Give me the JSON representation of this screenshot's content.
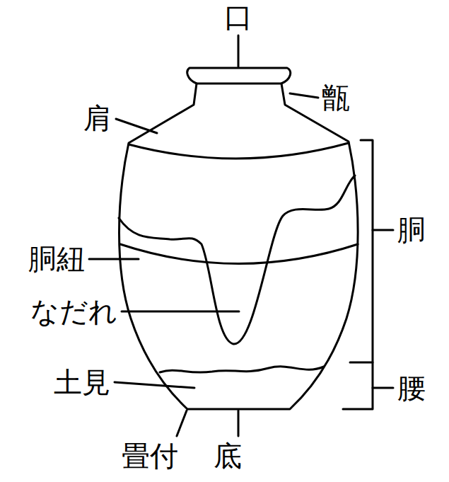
{
  "diagram": {
    "labels": [
      "口",
      "肩",
      "甑",
      "胴",
      "胴紐",
      "なだれ",
      "土見",
      "腰",
      "畳付",
      "底"
    ]
  }
}
